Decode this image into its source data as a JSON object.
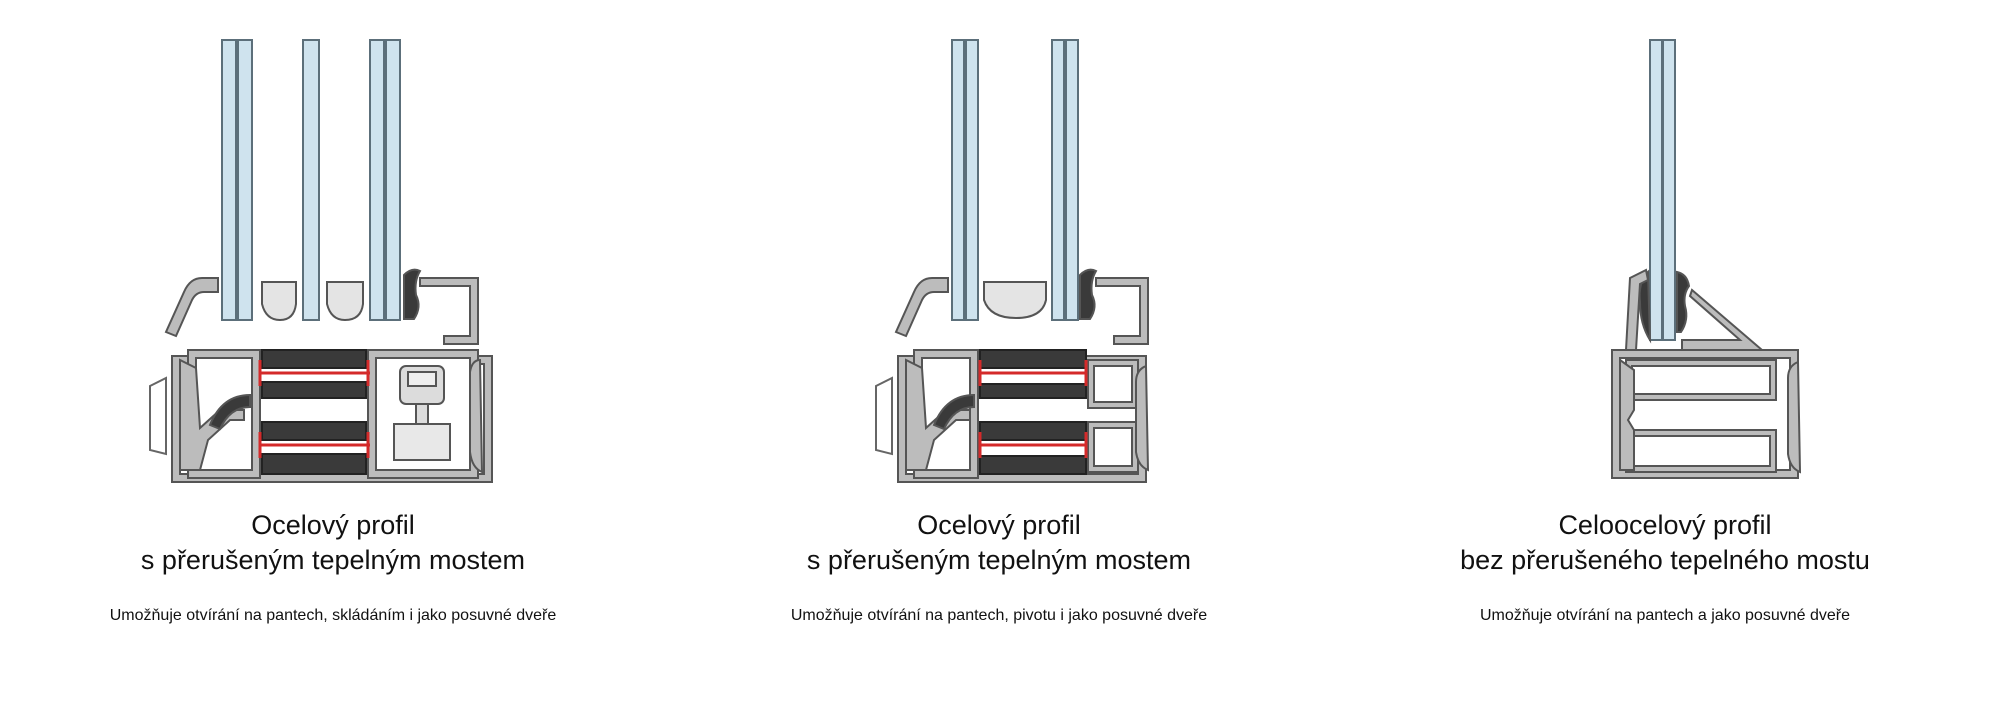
{
  "profiles": [
    {
      "title_line1": "Ocelový profil",
      "title_line2": "s přerušeným tepelným mostem",
      "description": "Umožňuje otvírání na pantech, skládáním i jako posuvné dveře"
    },
    {
      "title_line1": "Ocelový profil",
      "title_line2": "s přerušeným tepelným mostem",
      "description": "Umožňuje otvírání na pantech, pivotu i jako posuvné dveře"
    },
    {
      "title_line1": "Celoocelový profil",
      "title_line2": "bez přerušeného tepelného mostu",
      "description": "Umožňuje otvírání na pantech a jako posuvné dveře"
    }
  ],
  "colors": {
    "glass": "#cfe3ee",
    "glass_edge": "#5c6f7a",
    "steel": "#bcbcbc",
    "steel_edge": "#555555",
    "gasket": "#3a3a3a",
    "thermal_break": "#d42a2a",
    "spacer": "#e4e4e4",
    "hardware": "#dcdcdc"
  }
}
